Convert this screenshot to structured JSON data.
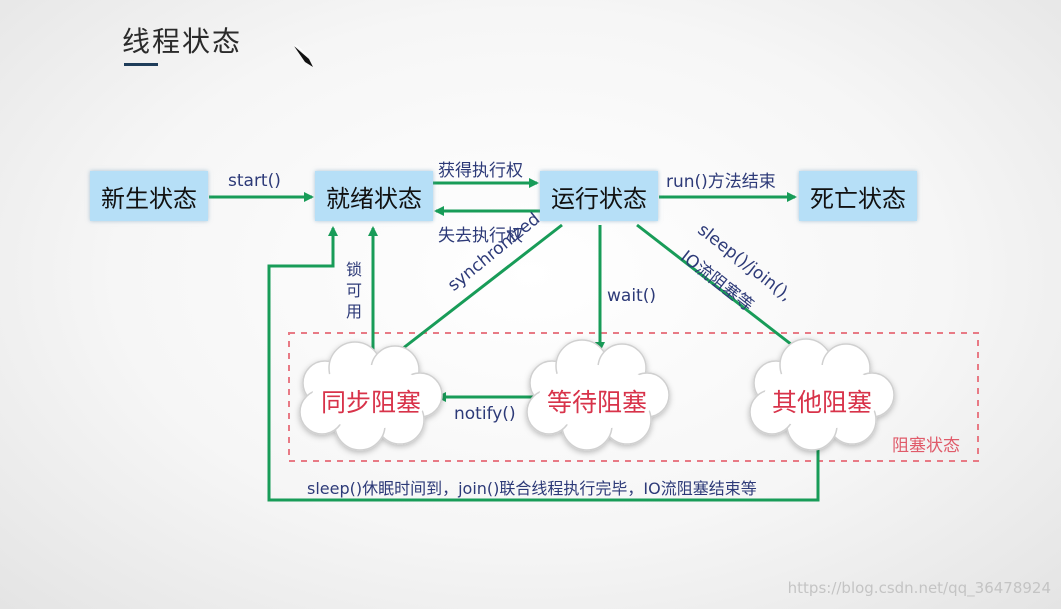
{
  "title": "线程状态",
  "states": {
    "new": "新生状态",
    "ready": "就绪状态",
    "running": "运行状态",
    "dead": "死亡状态"
  },
  "blocked": {
    "sync": "同步阻塞",
    "wait": "等待阻塞",
    "other": "其他阻塞",
    "region_label": "阻塞状态"
  },
  "transitions": {
    "start": "start()",
    "get_cpu": "获得执行权",
    "lose_cpu": "失去执行权",
    "run_end": "run()方法结束",
    "synchronized": "synchronized",
    "wait": "wait()",
    "sleep_join_line1": "sleep()/join(),",
    "sleep_join_line2": "IO流阻塞等",
    "notify": "notify()",
    "lock_available": "锁可用",
    "back_to_ready": "sleep()休眠时间到，join()联合线程执行完毕，IO流阻塞结束等"
  },
  "watermark": "https://blog.csdn.net/qq_36478924",
  "colors": {
    "arrow": "#189c58",
    "state_box": "#b6dff7",
    "blocked_text": "#d8334a",
    "dashed_region": "#e87a85",
    "label_text": "#2d3a78"
  }
}
